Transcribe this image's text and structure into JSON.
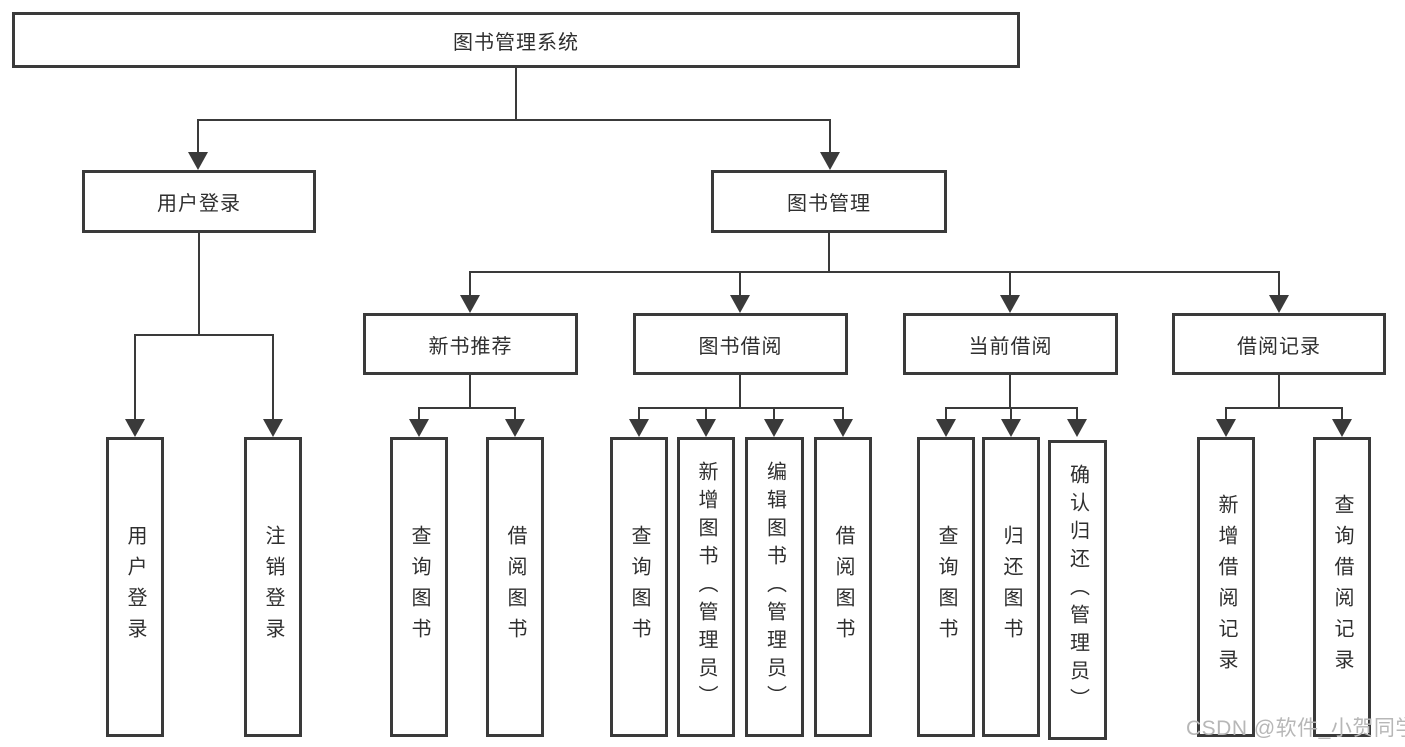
{
  "diagram": {
    "type": "hierarchy-tree",
    "title": "图书管理系统",
    "nodes": {
      "root": "图书管理系统",
      "user_login": "用户登录",
      "book_mgmt": "图书管理",
      "new_books": "新书推荐",
      "book_borrow": "图书借阅",
      "current_borrow": "当前借阅",
      "borrow_records": "借阅记录",
      "leaf_user_login": "用户登录",
      "leaf_logout": "注销登录",
      "leaf_nb_query": "查询图书",
      "leaf_nb_borrow": "借阅图书",
      "leaf_bb_query": "查询图书",
      "leaf_bb_add": "新增图书（管理员）",
      "leaf_bb_edit": "编辑图书（管理员）",
      "leaf_bb_borrow": "借阅图书",
      "leaf_cb_query": "查询图书",
      "leaf_cb_return": "归还图书",
      "leaf_cb_confirm": "确认归还（管理员）",
      "leaf_br_add": "新增借阅记录",
      "leaf_br_query": "查询借阅记录"
    },
    "tree": {
      "label": "图书管理系统",
      "children": [
        {
          "label": "用户登录",
          "children": [
            {
              "label": "用户登录"
            },
            {
              "label": "注销登录"
            }
          ]
        },
        {
          "label": "图书管理",
          "children": [
            {
              "label": "新书推荐",
              "children": [
                {
                  "label": "查询图书"
                },
                {
                  "label": "借阅图书"
                }
              ]
            },
            {
              "label": "图书借阅",
              "children": [
                {
                  "label": "查询图书"
                },
                {
                  "label": "新增图书（管理员）"
                },
                {
                  "label": "编辑图书（管理员）"
                },
                {
                  "label": "借阅图书"
                }
              ]
            },
            {
              "label": "当前借阅",
              "children": [
                {
                  "label": "查询图书"
                },
                {
                  "label": "归还图书"
                },
                {
                  "label": "确认归还（管理员）"
                }
              ]
            },
            {
              "label": "借阅记录",
              "children": [
                {
                  "label": "新增借阅记录"
                },
                {
                  "label": "查询借阅记录"
                }
              ]
            }
          ]
        }
      ]
    },
    "watermark": "CSDN @软件_小贺同学"
  },
  "colors": {
    "line": "#3a3a3a",
    "text": "#2f2f2f",
    "watermark": "#b7b7b7",
    "background": "#ffffff"
  }
}
